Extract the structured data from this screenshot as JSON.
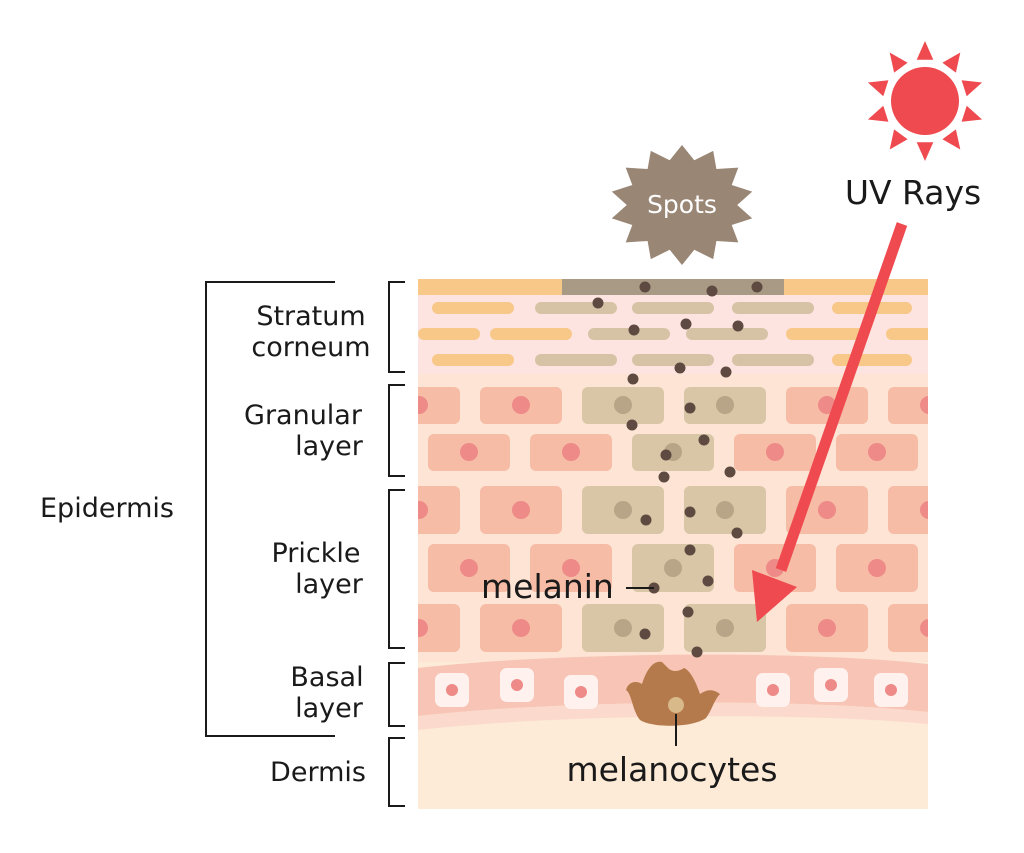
{
  "labels": {
    "epidermis": "Epidermis",
    "stratum_corneum_line1": "Stratum",
    "stratum_corneum_line2": "corneum",
    "granular_line1": "Granular",
    "granular_line2": "layer",
    "prickle_line1": "Prickle",
    "prickle_line2": "layer",
    "basal_line1": "Basal",
    "basal_line2": "layer",
    "dermis": "Dermis",
    "melanin": "melanin",
    "melanocytes": "melanocytes",
    "spots": "Spots",
    "uv_rays": "UV Rays"
  },
  "icons": {
    "sun": "sun-icon",
    "spots_burst": "starburst-icon",
    "uv_arrow": "arrow-icon"
  },
  "colors": {
    "sun": "#ef4a4f",
    "uv_arrow": "#ef4a4f",
    "spots_badge": "#998675",
    "melanin": "#5e4a40",
    "melanocyte": "#b57a4b",
    "stratum_bg": "#fde4e0",
    "stratum_top": "#f8c889",
    "cell_pink": "#f6bca6",
    "cell_nucleus": "#ee8a88",
    "cell_pigmented": "#d8c6a6",
    "basal_band": "#f7c4b5",
    "dermis": "#fdebd7"
  }
}
